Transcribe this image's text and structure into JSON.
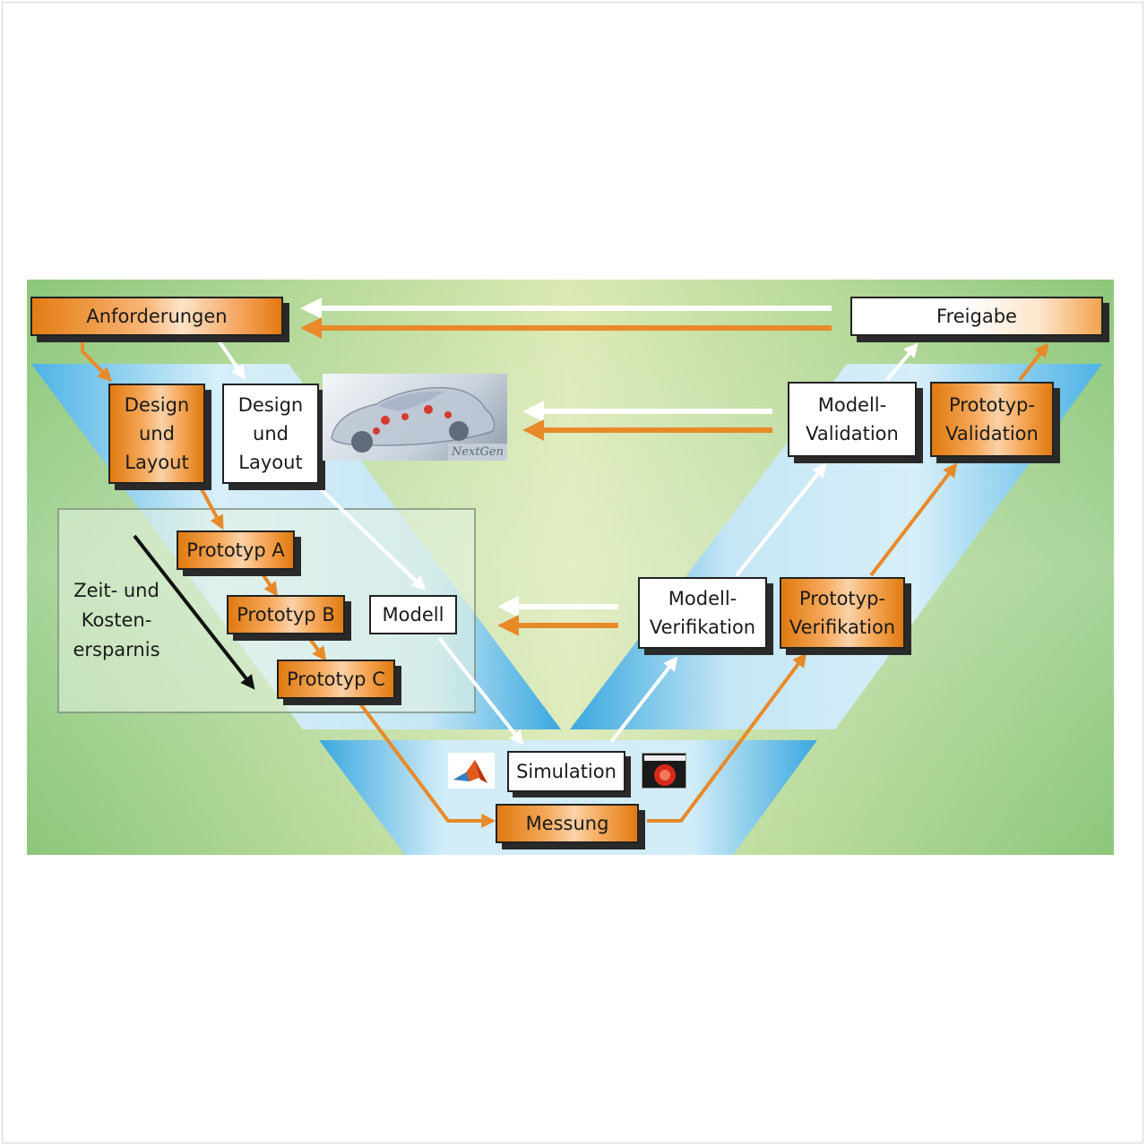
{
  "boxes": {
    "anforderungen": "Anforderungen",
    "freigabe": "Freigabe",
    "design_layout_proto": "Design\nund\nLayout",
    "design_layout_model": "Design\nund\nLayout",
    "prototyp_a": "Prototyp A",
    "prototyp_b": "Prototyp B",
    "prototyp_c": "Prototyp C",
    "modell": "Modell",
    "simulation": "Simulation",
    "messung": "Messung",
    "modell_verifikation": "Modell-\nVerifikation",
    "prototyp_verifikation": "Prototyp-\nVerifikation",
    "modell_validation": "Modell-\nValidation",
    "prototyp_validation": "Prototyp-\nValidation"
  },
  "savings_label": "Zeit- und\nKosten-\nersparnis",
  "nextgen_label": "NextGen",
  "icons": {
    "matlab": "matlab-logo-icon",
    "ascet": "ascet-logo-icon",
    "car": "car-model-image"
  },
  "colors": {
    "orange": "#e88a2a",
    "arrow_white": "#ffffff",
    "background_green": "#9fcf86",
    "band_blue": "#bfe3f3",
    "band_blue_dark": "#55b7e6"
  }
}
